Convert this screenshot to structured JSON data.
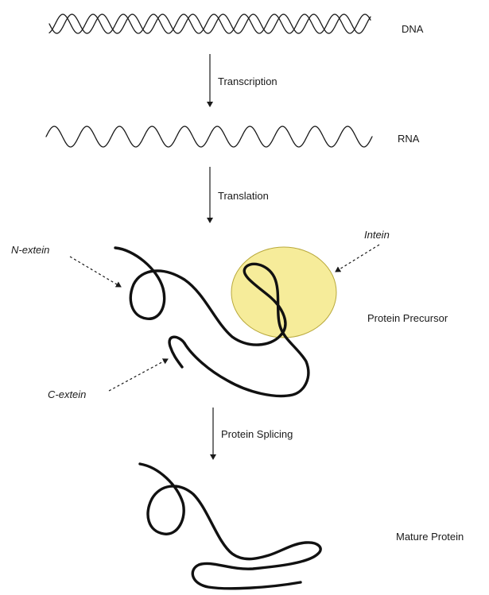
{
  "colors": {
    "intein_fill": "#F6EC9A",
    "intein_stroke": "#B9A93C",
    "strand": "#111111"
  },
  "stages": {
    "dna": "DNA",
    "rna": "RNA",
    "precursor": "Protein Precursor",
    "mature": "Mature Protein"
  },
  "steps": {
    "transcription": "Transcription",
    "translation": "Translation",
    "splicing": "Protein Splicing"
  },
  "callouts": {
    "n_extein": "N-extein",
    "intein": "Intein",
    "c_extein": "C-extein"
  }
}
